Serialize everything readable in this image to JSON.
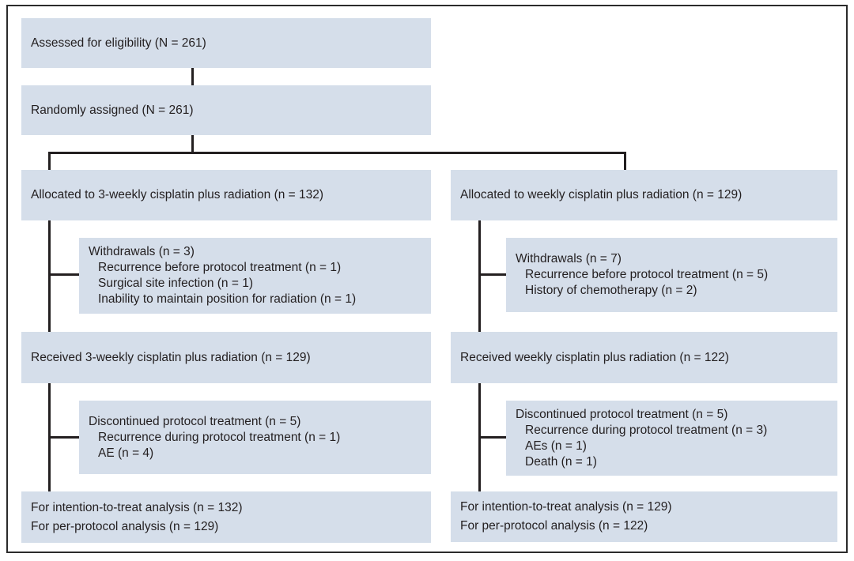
{
  "palette": {
    "box_fill": "#d5deea",
    "line_color": "#231f20",
    "text_color": "#231f20",
    "frame_color": "#2b2b2b",
    "background": "#ffffff"
  },
  "flow": {
    "assessed": "Assessed for eligibility (N = 261)",
    "randomized": "Randomly assigned (N = 261)",
    "arms": [
      {
        "allocated": "Allocated to 3-weekly cisplatin plus radiation (n = 132)",
        "withdrawals": {
          "title": "Withdrawals (n = 3)",
          "items": [
            "Recurrence before protocol treatment (n = 1)",
            "Surgical site infection (n = 1)",
            "Inability to maintain position for radiation (n = 1)"
          ]
        },
        "received": "Received 3-weekly cisplatin plus radiation (n = 129)",
        "discontinued": {
          "title": "Discontinued protocol treatment (n = 5)",
          "items": [
            "Recurrence during protocol treatment (n = 1)",
            "AE (n = 4)"
          ]
        },
        "analysis": [
          "For intention-to-treat analysis (n = 132)",
          "For per-protocol analysis (n = 129)"
        ]
      },
      {
        "allocated": "Allocated to weekly cisplatin plus radiation (n = 129)",
        "withdrawals": {
          "title": "Withdrawals (n = 7)",
          "items": [
            "Recurrence before protocol treatment (n = 5)",
            "History of chemotherapy (n = 2)"
          ]
        },
        "received": "Received weekly cisplatin plus radiation (n = 122)",
        "discontinued": {
          "title": "Discontinued protocol treatment (n = 5)",
          "items": [
            "Recurrence during protocol treatment (n = 3)",
            "AEs (n = 1)",
            "Death (n = 1)"
          ]
        },
        "analysis": [
          "For intention-to-treat analysis (n = 129)",
          "For per-protocol analysis (n = 122)"
        ]
      }
    ]
  }
}
